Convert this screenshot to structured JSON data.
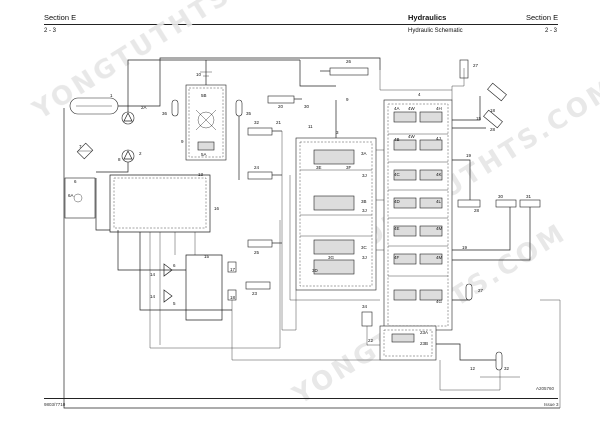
{
  "header": {
    "section_left": "Section E",
    "title": "Hydraulics",
    "section_right": "Section E",
    "page_left": "2 - 3",
    "subtitle": "Hydraulic Schematic",
    "page_right": "2 - 3"
  },
  "footer": {
    "doc_ref": "9803/7710",
    "issue": "Issue 3",
    "figure_ref": "A205760"
  },
  "watermark": "YONGTUTHTS.COM",
  "labels": {
    "l1": "1",
    "l2": "2",
    "l2A": "2A",
    "l3": "3",
    "l3A": "3A",
    "l3B": "3B",
    "l3C": "3C",
    "l3D": "3D",
    "l3E": "3E",
    "l3F": "3F",
    "l3G": "3G",
    "l3J": "3J",
    "l4": "4",
    "l4A": "4A",
    "l4B": "4B",
    "l4C": "4C",
    "l4D": "4D",
    "l4E": "4E",
    "l4F": "4F",
    "l4G": "4G",
    "l4H": "4H",
    "l4J": "4J",
    "l4K": "4K",
    "l4L": "4L",
    "l4M": "4M",
    "l4W": "4W",
    "l5": "5",
    "l5A": "5A",
    "l5B": "5B",
    "l6": "6",
    "l6A": "6A",
    "l7": "7",
    "l8": "8",
    "l9": "9",
    "l10": "10",
    "l11": "11",
    "l12": "12",
    "l13": "13",
    "l14": "14",
    "l15": "15",
    "l16": "16",
    "l17": "17",
    "l18": "18",
    "l19": "19",
    "l20": "20",
    "l21": "21",
    "l22": "22",
    "l23": "23",
    "l24": "24",
    "l25": "25",
    "l26": "26",
    "l27": "27",
    "l28": "28",
    "l29": "29",
    "l30": "30",
    "l31": "31",
    "l32": "32",
    "l33": "33",
    "l34": "34",
    "l35": "35",
    "l36": "36",
    "l23A": "23A",
    "l23B": "23B"
  }
}
